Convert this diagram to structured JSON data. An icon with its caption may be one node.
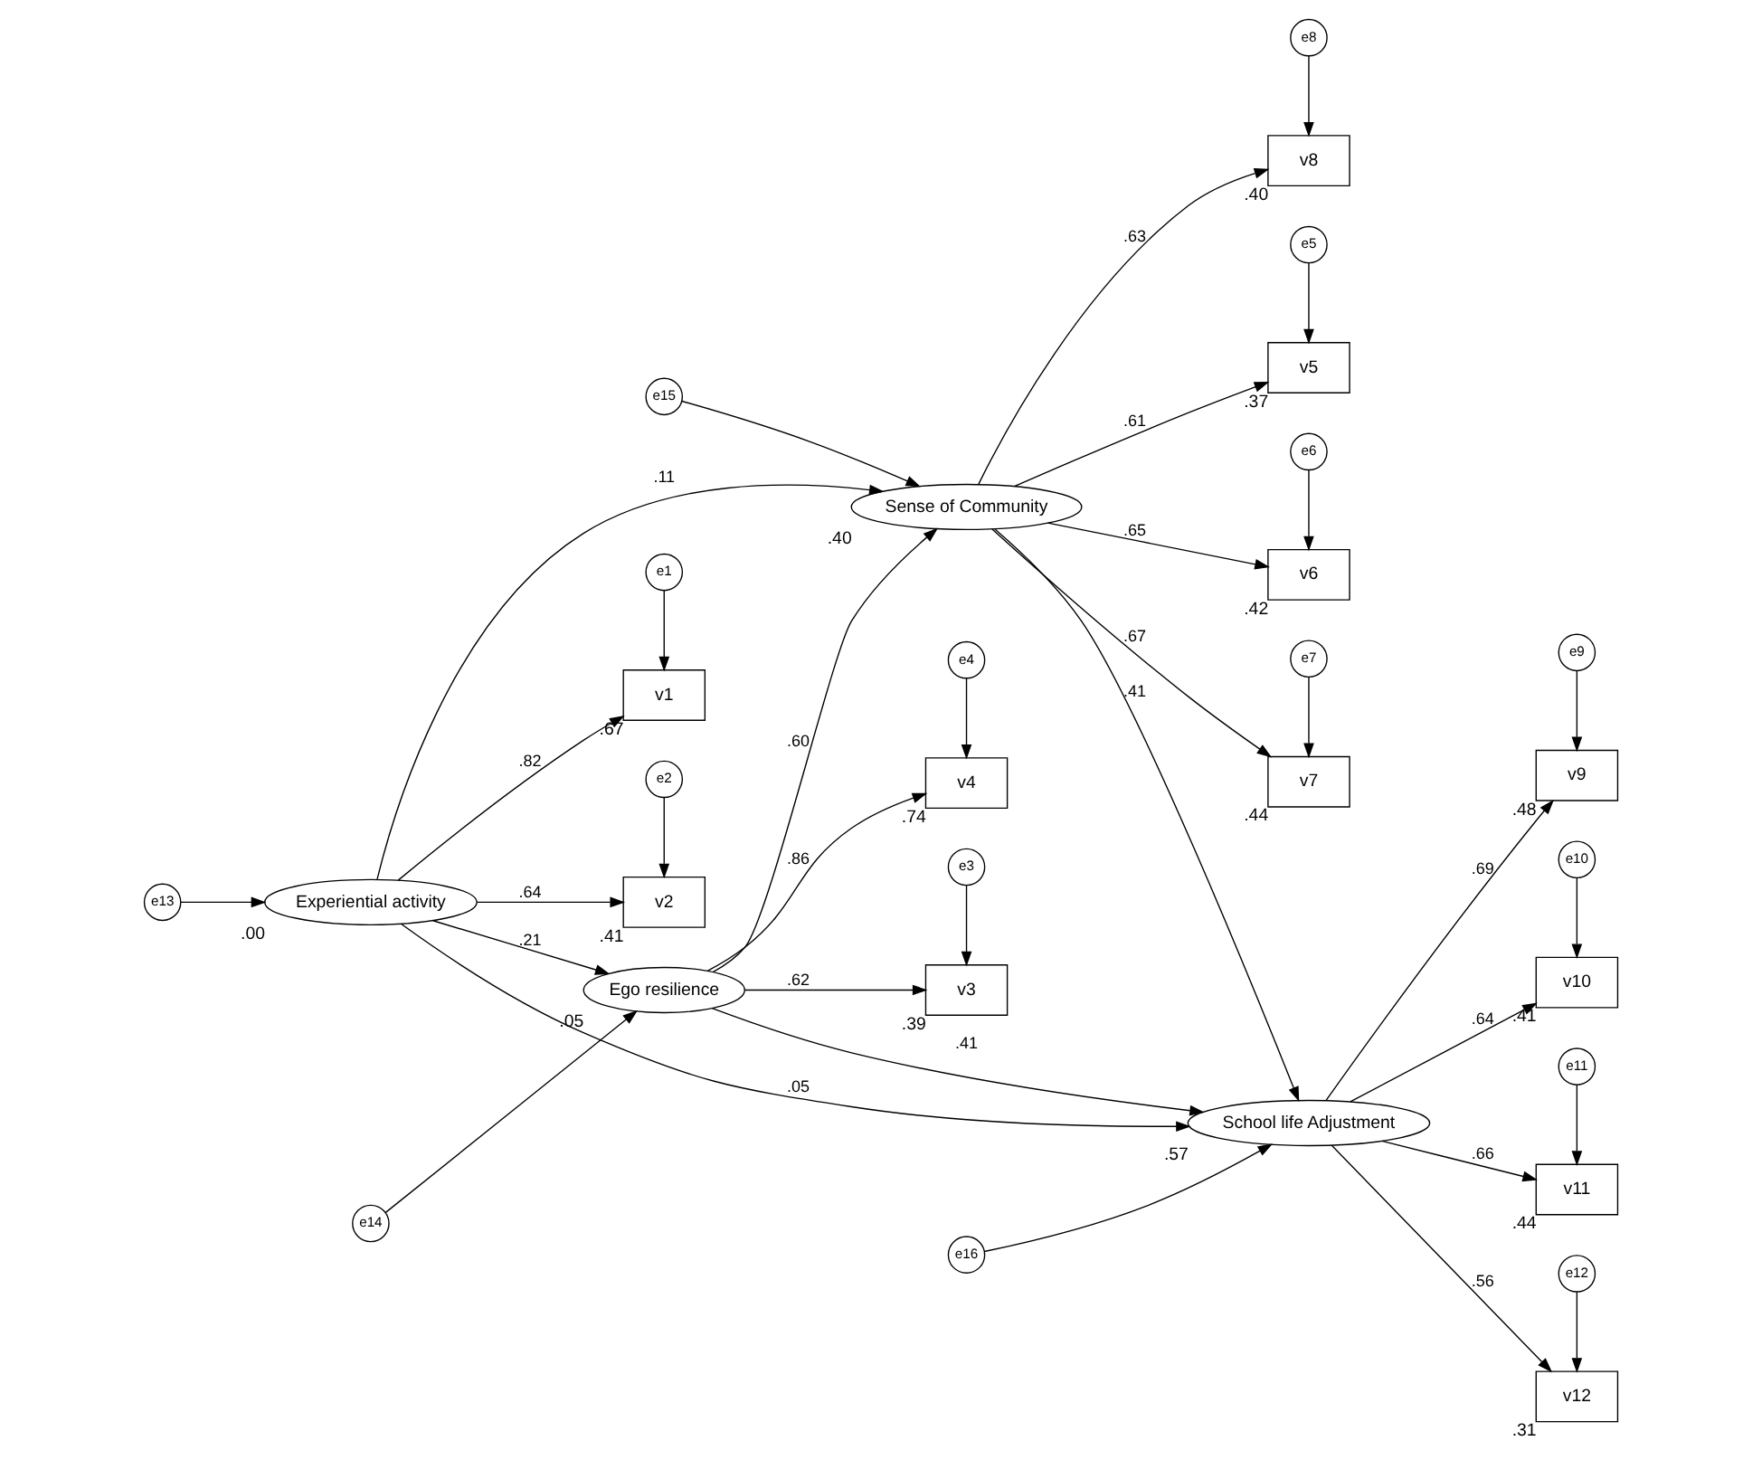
{
  "diagram": {
    "nodes": [
      {
        "text": [
          "e3"
        ]
      },
      {
        "text": [
          "e4"
        ]
      },
      {
        "text": [
          "v3"
        ],
        "beside": [
          ".39"
        ]
      },
      {
        "text": [
          "v4"
        ],
        "beside": [
          ".74"
        ]
      },
      {
        "text": [
          "Ego resilience"
        ],
        "beside": [
          ".05"
        ]
      },
      {
        "text": [
          "e14"
        ]
      },
      {
        "text": [
          "e16"
        ]
      },
      {
        "text": [
          "v9"
        ],
        "beside": [
          ".48"
        ]
      },
      {
        "text": [
          "e9"
        ]
      },
      {
        "text": [
          "v1"
        ],
        "beside": [
          ".67"
        ]
      },
      {
        "text": [
          "e1"
        ]
      },
      {
        "text": [
          "School life Adjustment"
        ],
        "beside": [
          ".57"
        ]
      },
      {
        "text": [
          "v10"
        ],
        "beside": [
          ".41"
        ]
      },
      {
        "text": [
          "e10"
        ]
      },
      {
        "text": [
          "Experiential activity"
        ],
        "beside": [
          ".00"
        ]
      },
      {
        "text": [
          "v11"
        ],
        "beside": [
          ".44"
        ]
      },
      {
        "text": [
          "e11"
        ]
      },
      {
        "text": [
          "v2"
        ],
        "beside": [
          ".41"
        ]
      },
      {
        "text": [
          "e2"
        ]
      },
      {
        "text": [
          "e13"
        ]
      },
      {
        "text": [
          "Sense of Community"
        ],
        "beside": [
          ".40"
        ]
      },
      {
        "text": [
          "e15"
        ]
      },
      {
        "text": [
          "v12"
        ],
        "beside": [
          ".31"
        ]
      },
      {
        "text": [
          "e12"
        ]
      },
      {
        "text": [
          "v5"
        ],
        "beside": [
          ".37"
        ]
      },
      {
        "text": [
          "v6"
        ],
        "beside": [
          ".42"
        ]
      },
      {
        "text": [
          "v7"
        ],
        "beside": [
          ".44"
        ]
      },
      {
        "text": [
          "v8"
        ],
        "beside": [
          ".40"
        ]
      },
      {
        "text": [
          "e5"
        ]
      },
      {
        "text": [
          "e6"
        ]
      },
      {
        "text": [
          "e7"
        ]
      },
      {
        "text": [
          "e8"
        ]
      }
    ],
    "edges": [
      {
        "from": 10,
        "to": 9,
        "arrow": "to"
      },
      {
        "from": 18,
        "to": 17,
        "arrow": "to"
      },
      {
        "from": 19,
        "to": 14,
        "arrow": "to"
      },
      {
        "from": 14,
        "to": 9,
        "label": ".82",
        "arrow": "to"
      },
      {
        "from": 14,
        "to": 17,
        "label": ".64",
        "arrow": "to"
      },
      {
        "from": 14,
        "to": 4,
        "label": ".21",
        "arrow": "to"
      },
      {
        "from": 14,
        "to": 11,
        "label": ".05",
        "arrow": "to"
      },
      {
        "from": 14,
        "to": 20,
        "label": ".11",
        "arrow": "to"
      },
      {
        "from": 5,
        "to": 4,
        "arrow": "to"
      },
      {
        "from": 0,
        "to": 2,
        "arrow": "to"
      },
      {
        "from": 1,
        "to": 3,
        "arrow": "to"
      },
      {
        "from": 4,
        "to": 2,
        "label": ".62",
        "arrow": "to"
      },
      {
        "from": 4,
        "to": 3,
        "label": ".86",
        "arrow": "to"
      },
      {
        "from": 4,
        "to": 11,
        "label": ".41",
        "arrow": "to"
      },
      {
        "from": 4,
        "to": 20,
        "label": ".60",
        "arrow": "to"
      },
      {
        "from": 20,
        "to": 11,
        "label": ".41",
        "arrow": "to"
      },
      {
        "from": 21,
        "to": 20,
        "arrow": "to"
      },
      {
        "from": 6,
        "to": 11,
        "arrow": "to"
      },
      {
        "from": 11,
        "to": 7,
        "label": ".69",
        "arrow": "to"
      },
      {
        "from": 11,
        "to": 12,
        "label": ".64",
        "arrow": "to"
      },
      {
        "from": 11,
        "to": 15,
        "label": ".66",
        "arrow": "to"
      },
      {
        "from": 11,
        "to": 22,
        "label": ".56",
        "arrow": "to"
      },
      {
        "from": 8,
        "to": 7,
        "arrow": "to"
      },
      {
        "from": 13,
        "to": 12,
        "arrow": "to"
      },
      {
        "from": 16,
        "to": 15,
        "arrow": "to"
      },
      {
        "from": 23,
        "to": 22,
        "arrow": "to"
      },
      {
        "from": 20,
        "to": 24,
        "label": ".61",
        "arrow": "to"
      },
      {
        "from": 20,
        "to": 25,
        "label": ".65",
        "arrow": "to"
      },
      {
        "from": 20,
        "to": 26,
        "label": ".67",
        "arrow": "to"
      },
      {
        "from": 20,
        "to": 27,
        "label": ".63",
        "arrow": "to"
      },
      {
        "from": 28,
        "to": 24,
        "arrow": "to"
      },
      {
        "from": 29,
        "to": 25,
        "arrow": "to"
      },
      {
        "from": 30,
        "to": 26,
        "arrow": "to"
      },
      {
        "from": 31,
        "to": 27,
        "arrow": "to"
      }
    ]
  }
}
